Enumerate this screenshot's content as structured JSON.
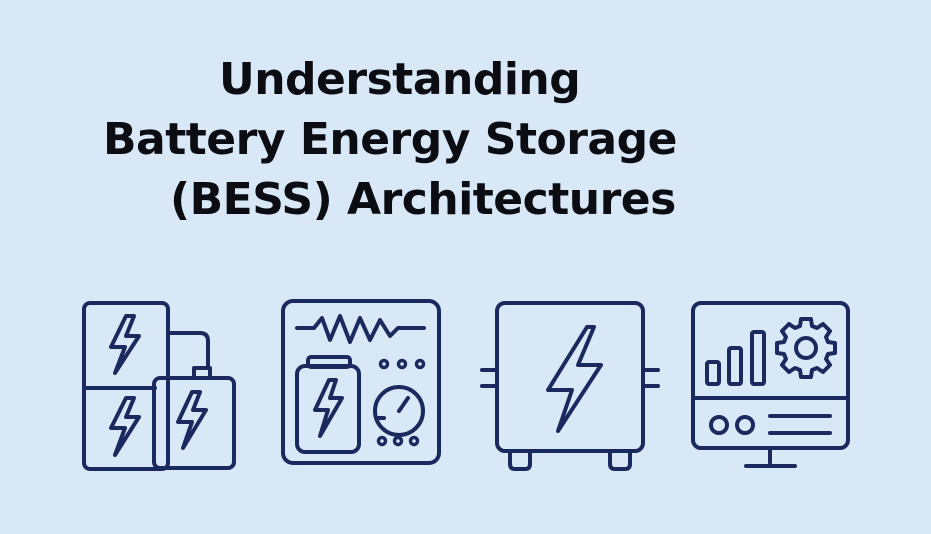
{
  "title": {
    "line1": "Understanding",
    "line2": "Battery Energy Storage",
    "line3": "(BESS) Architectures"
  },
  "icons": [
    {
      "name": "stacked-battery-modules-icon"
    },
    {
      "name": "battery-control-panel-icon"
    },
    {
      "name": "power-cabinet-icon"
    },
    {
      "name": "monitoring-screen-icon"
    }
  ],
  "colors": {
    "background": "#d9e8f6",
    "title": "#0b0d12",
    "icon_stroke": "#1b2a5e"
  }
}
